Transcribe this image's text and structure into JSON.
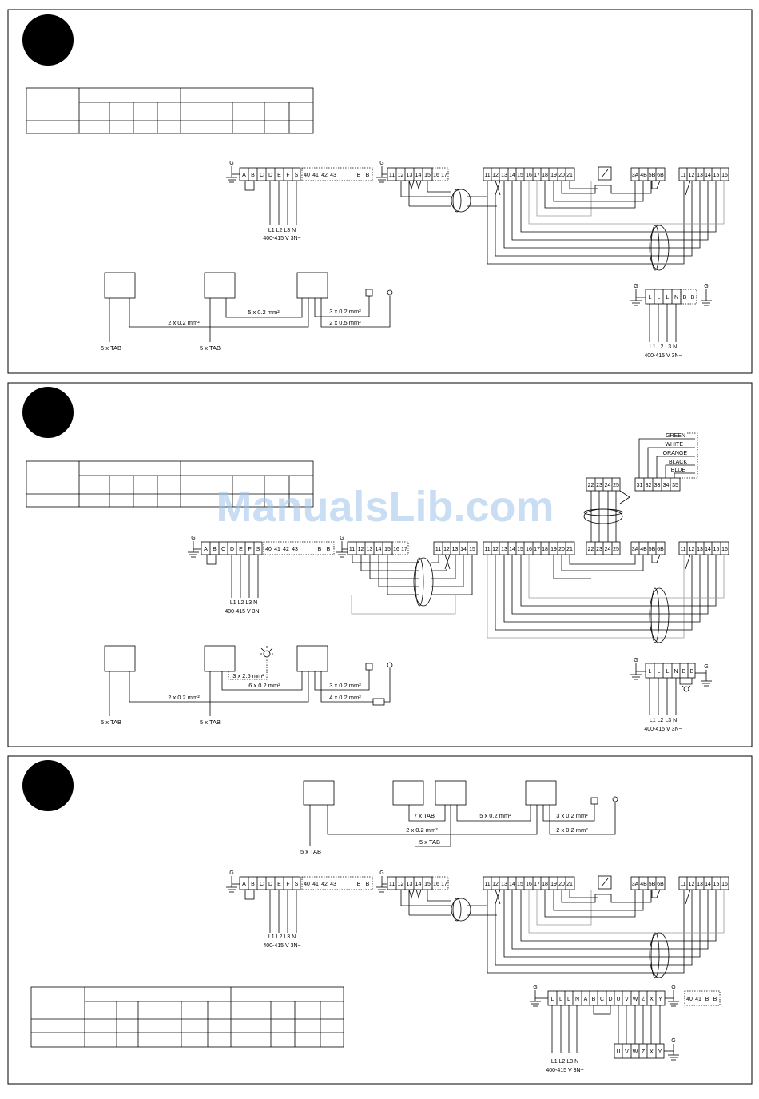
{
  "watermark": "ManualsLib.com",
  "colors": {
    "ink": "#000000",
    "grey": "#9a9a9a",
    "watermark": "#9dc3ea",
    "paper": "#ffffff"
  },
  "icons": [
    "badge-circle-icon",
    "ground-icon",
    "lamp-icon",
    "switch-contact-icon",
    "indicator-lamp-icon"
  ],
  "strip_a": [
    "A",
    "B",
    "C",
    "D",
    "E",
    "F",
    "S"
  ],
  "strip_aux": [
    "40",
    "41",
    "42",
    "43",
    "",
    "",
    "B",
    "B"
  ],
  "strip_11_17": [
    "11",
    "12",
    "13",
    "14",
    "15",
    "16",
    "17"
  ],
  "strip_11_21": [
    "11",
    "12",
    "13",
    "14",
    "15",
    "16",
    "17",
    "18",
    "19",
    "20",
    "21"
  ],
  "strip_3a6b": [
    "3A",
    "4B",
    "5B",
    "6B"
  ],
  "strip_11_16": [
    "11",
    "12",
    "13",
    "14",
    "15",
    "16"
  ],
  "strip_l": [
    "L",
    "L",
    "L",
    "N",
    "B",
    "B"
  ],
  "strip_31_35": [
    "31",
    "32",
    "33",
    "34",
    "35"
  ],
  "strip_22_25": [
    "22",
    "23",
    "24",
    "25"
  ],
  "strip_11_15": [
    "11",
    "12",
    "13",
    "14",
    "15"
  ],
  "strip_big": [
    "L",
    "L",
    "L",
    "N",
    "A",
    "B",
    "C",
    "D",
    "U",
    "V",
    "W",
    "Z",
    "X",
    "Y"
  ],
  "strip_40_b": [
    "40",
    "41",
    "B",
    "B"
  ],
  "strip_uvw": [
    "U",
    "V",
    "W",
    "Z",
    "X",
    "Y"
  ],
  "labels": {
    "supply_lines": "L1 L2 L3 N",
    "supply_voltage": "400-415 V 3N~",
    "ground": "G",
    "tab5": "5 x TAB",
    "tab7": "7 x TAB",
    "c2x02": "2 x 0.2 mm²",
    "c5x02": "5 x 0.2 mm²",
    "c3x02": "3 x 0.2 mm²",
    "c2x05": "2 x 0.5 mm²",
    "c3x25": "3 x 2.5 mm²",
    "c6x02": "6 x 0.2 mm²",
    "c4x02": "4 x 0.2 mm²"
  },
  "colors_list": [
    "GREEN",
    "WHITE",
    "ORANGE",
    "BLACK",
    "BLUE"
  ]
}
